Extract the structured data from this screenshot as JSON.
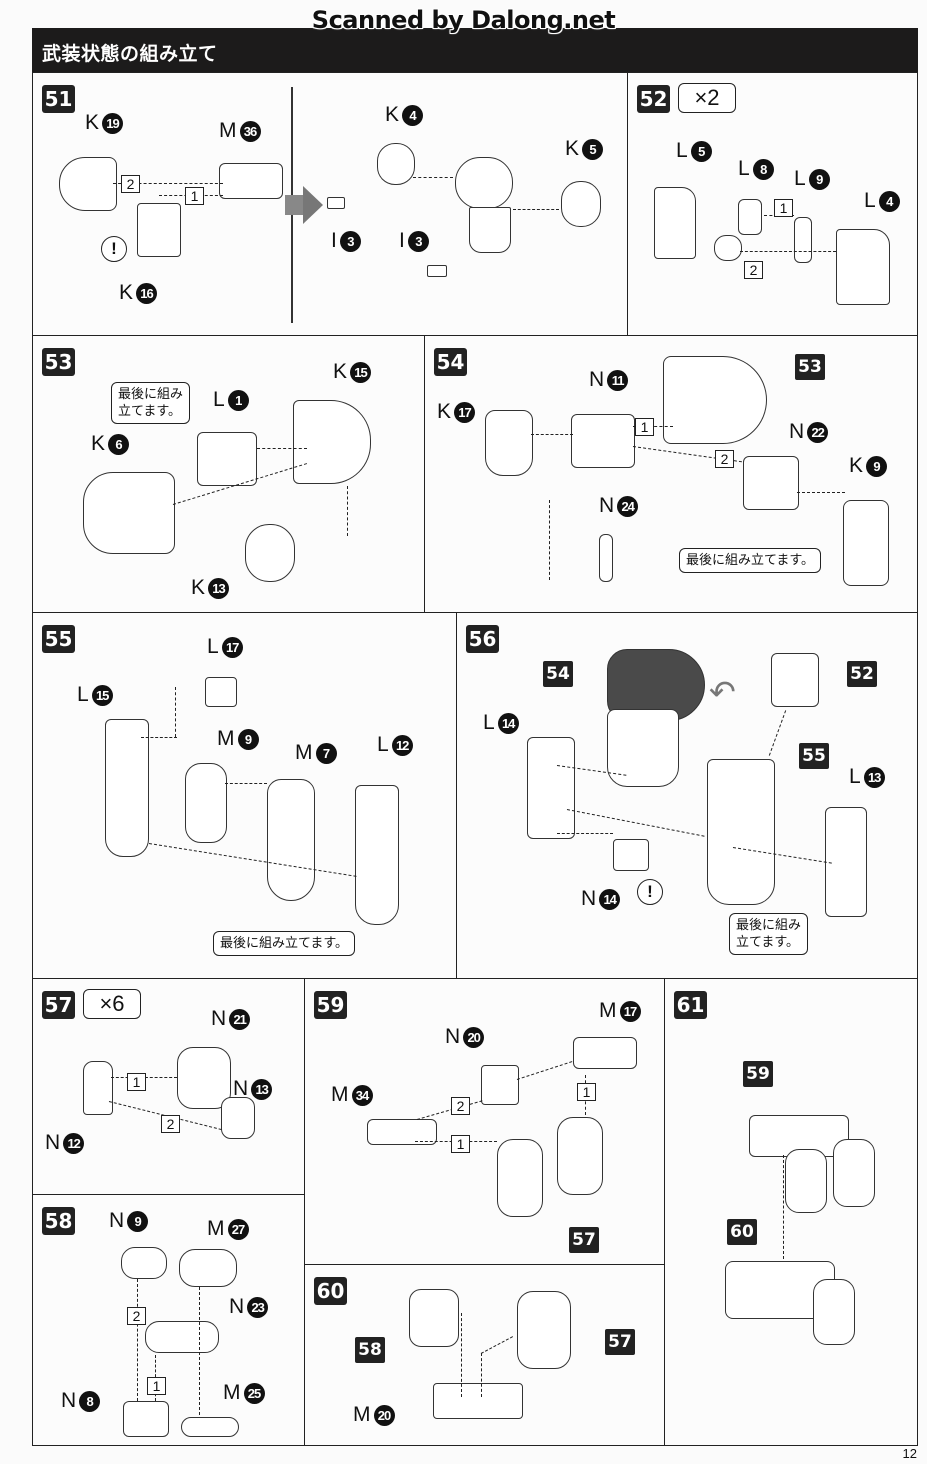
{
  "watermark": "Scanned by Dalong.net",
  "header": {
    "title": "武装状態の組み立て"
  },
  "note_text_long": "最後に組み立てます。",
  "note_text_two_line": [
    "最後に組み",
    "立てます。"
  ],
  "warning_symbol": "!",
  "page_number": "12",
  "steps": {
    "s51": {
      "number": "51",
      "parts": [
        {
          "runner": "K",
          "num": "19"
        },
        {
          "runner": "M",
          "num": "36"
        },
        {
          "runner": "K",
          "num": "16"
        },
        {
          "runner": "K",
          "num": "4"
        },
        {
          "runner": "K",
          "num": "5"
        },
        {
          "runner": "I",
          "num": "3"
        },
        {
          "runner": "I",
          "num": "3"
        }
      ],
      "order": [
        "2",
        "1"
      ]
    },
    "s52": {
      "number": "52",
      "multiplier": "×2",
      "parts": [
        {
          "runner": "L",
          "num": "5"
        },
        {
          "runner": "L",
          "num": "8"
        },
        {
          "runner": "L",
          "num": "9"
        },
        {
          "runner": "L",
          "num": "4"
        }
      ],
      "order": [
        "1",
        "2"
      ]
    },
    "s53": {
      "number": "53",
      "parts": [
        {
          "runner": "L",
          "num": "1"
        },
        {
          "runner": "K",
          "num": "15"
        },
        {
          "runner": "K",
          "num": "6"
        },
        {
          "runner": "K",
          "num": "13"
        }
      ]
    },
    "s54": {
      "number": "54",
      "ref": "53",
      "parts": [
        {
          "runner": "N",
          "num": "11"
        },
        {
          "runner": "K",
          "num": "17"
        },
        {
          "runner": "N",
          "num": "22"
        },
        {
          "runner": "K",
          "num": "9"
        },
        {
          "runner": "N",
          "num": "24"
        }
      ],
      "order": [
        "1",
        "2"
      ]
    },
    "s55": {
      "number": "55",
      "parts": [
        {
          "runner": "L",
          "num": "17"
        },
        {
          "runner": "L",
          "num": "15"
        },
        {
          "runner": "M",
          "num": "9"
        },
        {
          "runner": "M",
          "num": "7"
        },
        {
          "runner": "L",
          "num": "12"
        }
      ]
    },
    "s56": {
      "number": "56",
      "refs": [
        "54",
        "52",
        "55"
      ],
      "parts": [
        {
          "runner": "L",
          "num": "14"
        },
        {
          "runner": "L",
          "num": "13"
        },
        {
          "runner": "N",
          "num": "14"
        }
      ]
    },
    "s57": {
      "number": "57",
      "multiplier": "×6",
      "parts": [
        {
          "runner": "N",
          "num": "21"
        },
        {
          "runner": "N",
          "num": "13"
        },
        {
          "runner": "N",
          "num": "12"
        }
      ],
      "order": [
        "1",
        "2"
      ]
    },
    "s58": {
      "number": "58",
      "parts": [
        {
          "runner": "N",
          "num": "9"
        },
        {
          "runner": "M",
          "num": "27"
        },
        {
          "runner": "N",
          "num": "23"
        },
        {
          "runner": "N",
          "num": "8"
        },
        {
          "runner": "M",
          "num": "25"
        }
      ],
      "order": [
        "2",
        "1"
      ]
    },
    "s59": {
      "number": "59",
      "ref": "57",
      "parts": [
        {
          "runner": "M",
          "num": "17"
        },
        {
          "runner": "N",
          "num": "20"
        },
        {
          "runner": "M",
          "num": "34"
        }
      ],
      "order": [
        "1",
        "2",
        "1"
      ]
    },
    "s60": {
      "number": "60",
      "refs": [
        "58",
        "57"
      ],
      "parts": [
        {
          "runner": "M",
          "num": "20"
        }
      ]
    },
    "s61": {
      "number": "61",
      "refs": [
        "59",
        "60"
      ]
    }
  }
}
